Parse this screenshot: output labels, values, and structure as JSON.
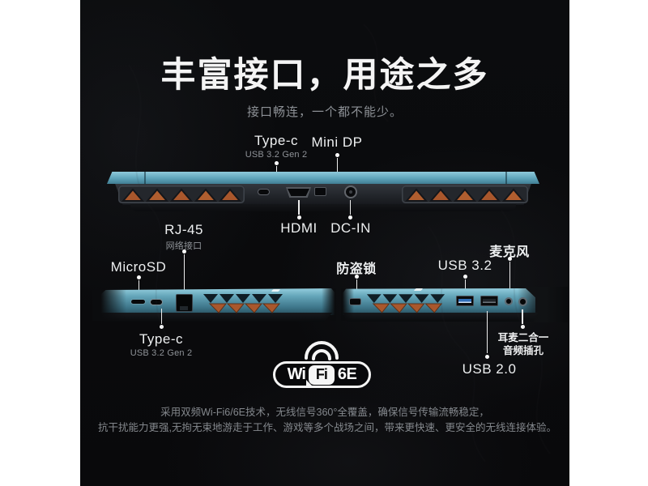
{
  "poster": {
    "title": "丰富接口，用途之多",
    "subtitle": "接口畅连，一个都不能少。"
  },
  "rear_labels": {
    "typec": "Type-c",
    "typec_sub": "USB 3.2 Gen 2",
    "minidp": "Mini DP",
    "hdmi": "HDMI",
    "dcin": "DC-IN"
  },
  "side_labels": {
    "rj45": "RJ-45",
    "rj45_sub": "网络接口",
    "microsd": "MicroSD",
    "typec": "Type-c",
    "typec_sub": "USB 3.2 Gen 2",
    "lock": "防盗锁",
    "usb32": "USB 3.2",
    "mic": "麦克风",
    "usb20": "USB 2.0",
    "combo_line1": "耳麦二合一",
    "combo_line2": "音频插孔"
  },
  "wifi": {
    "wi": "Wi",
    "fi": "Fi",
    "six_e": "6E"
  },
  "footer": {
    "line1": "采用双频Wi-Fi6/6E技术，无线信号360°全覆盖，确保信号传输流畅稳定，",
    "line2": "抗干扰能力更强,无拘无束地游走于工作、游戏等多个战场之间，带来更快速、更安全的无线连接体验。"
  },
  "colors": {
    "panel_background": "#0a0b0d",
    "laptop_teal": "#5da4ba",
    "vent_orange": "#a9572c",
    "usb_blue": "#2f6db8",
    "text_primary": "#f2f2f2",
    "text_secondary": "#8c9095",
    "margin_white": "#ffffff"
  }
}
